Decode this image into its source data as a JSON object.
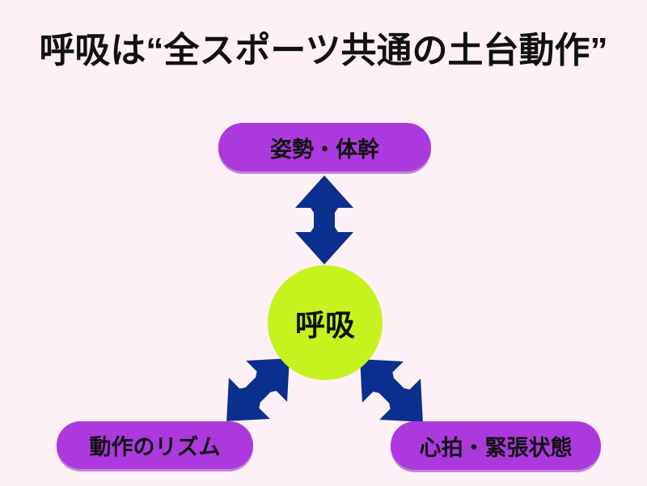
{
  "page": {
    "title": "呼吸は“全スポーツ共通の土台動作”"
  },
  "diagram": {
    "center_node": {
      "label": "呼吸"
    },
    "nodes": [
      {
        "position": "top",
        "label": "姿勢・体幹"
      },
      {
        "position": "bottom-left",
        "label": "動作のリズム"
      },
      {
        "position": "bottom-right",
        "label": "心拍・緊張状態"
      }
    ],
    "arrows": [
      {
        "name": "double-arrow-vertical"
      },
      {
        "name": "double-arrow-diagonal-left"
      },
      {
        "name": "double-arrow-diagonal-right"
      }
    ],
    "colors": {
      "background": "#fdf1f7",
      "node_fill": "#ac39dd",
      "center_fill": "#c6f31d",
      "arrow_fill": "#0b2f8e",
      "text": "#111111"
    }
  }
}
